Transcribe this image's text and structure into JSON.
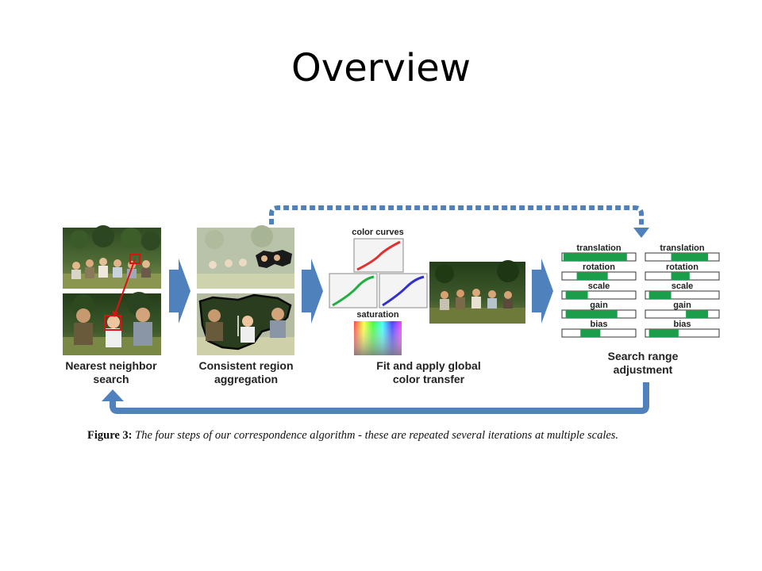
{
  "slide": {
    "title": "Overview"
  },
  "steps": {
    "nearest_neighbor": "Nearest neighbor search",
    "nearest_neighbor_l1": "Nearest neighbor",
    "nearest_neighbor_l2": "search",
    "region_l1": "Consistent  region",
    "region_l2": "aggregation",
    "fit_l1": "Fit and apply global",
    "fit_l2": "color transfer",
    "search_l1": "Search range",
    "search_l2": "adjustment"
  },
  "color_panel": {
    "curves_label": "color curves",
    "saturation_label": "saturation"
  },
  "range_bars": {
    "labels": [
      "translation",
      "rotation",
      "scale",
      "gain",
      "bias"
    ],
    "left_fill": [
      [
        0.02,
        0.88
      ],
      [
        0.2,
        0.62
      ],
      [
        0.05,
        0.35
      ],
      [
        0.05,
        0.75
      ],
      [
        0.25,
        0.52
      ]
    ],
    "right_fill": [
      [
        0.35,
        0.85
      ],
      [
        0.35,
        0.6
      ],
      [
        0.05,
        0.35
      ],
      [
        0.55,
        0.85
      ],
      [
        0.05,
        0.45
      ]
    ],
    "fill_color": "#1a9e4a"
  },
  "colors": {
    "arrow": "#4f81bd",
    "arrow_dark": "#3a6aa5",
    "bar_fill": "#1a9e4a"
  },
  "caption": {
    "figure_label": "Figure 3:",
    "text": " The four steps of our correspondence algorithm - these are repeated several iterations at multiple scales."
  }
}
